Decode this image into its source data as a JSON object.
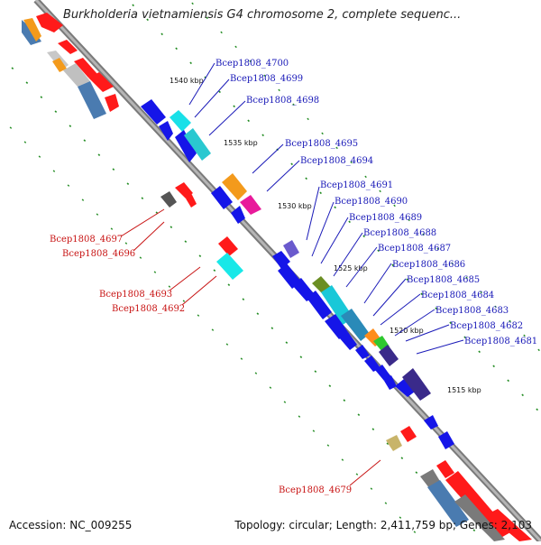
{
  "title": "Burkholderia vietnamiensis G4 chromosome 2, complete sequenc...",
  "footer": {
    "accession": "Accession: NC_009255",
    "summary": "Topology: circular; Length: 2,411,759 bp; Genes: 2,103"
  },
  "scale_labels": [
    "1540 kbp",
    "1535 kbp",
    "1530 kbp",
    "1525 kbp",
    "1520 kbp",
    "1515 kbp"
  ],
  "colors": {
    "forward_label": "#1a1ab8",
    "reverse_label": "#c81414",
    "backbone": "#888888",
    "tick": "#1e8a1e"
  },
  "genes_forward": [
    "Bcep1808_4700",
    "Bcep1808_4699",
    "Bcep1808_4698",
    "Bcep1808_4695",
    "Bcep1808_4694",
    "Bcep1808_4691",
    "Bcep1808_4690",
    "Bcep1808_4689",
    "Bcep1808_4688",
    "Bcep1808_4687",
    "Bcep1808_4686",
    "Bcep1808_4685",
    "Bcep1808_4684",
    "Bcep1808_4683",
    "Bcep1808_4682",
    "Bcep1808_4681"
  ],
  "genes_reverse": [
    "Bcep1808_4697",
    "Bcep1808_4696",
    "Bcep1808_4693",
    "Bcep1808_4692",
    "Bcep1808_4679"
  ]
}
